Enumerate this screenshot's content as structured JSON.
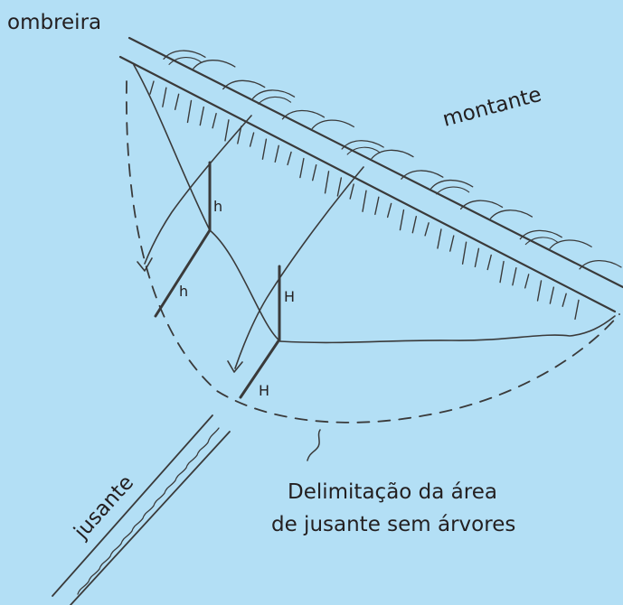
{
  "labels": {
    "ombreira": "ombreira",
    "montante": "montante",
    "jusante": "jusante",
    "h_vertical": "h",
    "h_diagonal": "h",
    "H_vertical": "H",
    "H_diagonal": "H",
    "caption_line1": "Delimitação da área",
    "caption_line2": "de jusante sem árvores"
  },
  "colors": {
    "background": "#b3dff5",
    "line": "#3a3a3a",
    "text": "#231f20"
  }
}
